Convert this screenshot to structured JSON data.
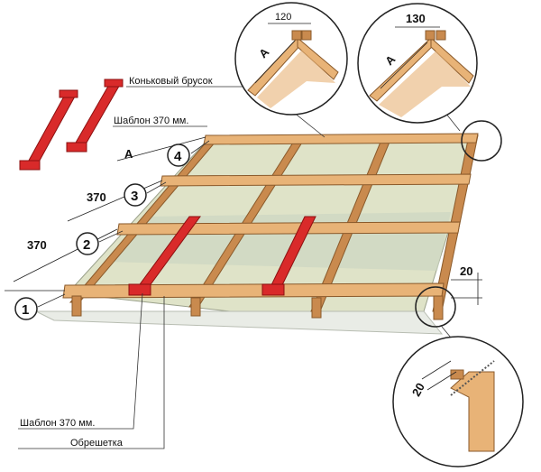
{
  "labels": {
    "ridge_bar": "Коньковый брусок",
    "template_top": "Шаблон 370 мм.",
    "template_bottom": "Шаблон 370 мм.",
    "batten": "Обрешетка"
  },
  "dimensions": {
    "a_top": "A",
    "a_detail_left": "A",
    "a_detail_right": "A",
    "gap_370_upper": "370",
    "gap_370_lower": "370",
    "detail_120": "120",
    "detail_130": "130",
    "overhang_20": "20",
    "detail_20": "20"
  },
  "battens": [
    "1",
    "2",
    "3",
    "4"
  ],
  "colors": {
    "wood": "#e8b377",
    "wood_dark": "#c98a4e",
    "template_red": "#d92a2a",
    "membrane": "#dfe3c8"
  }
}
